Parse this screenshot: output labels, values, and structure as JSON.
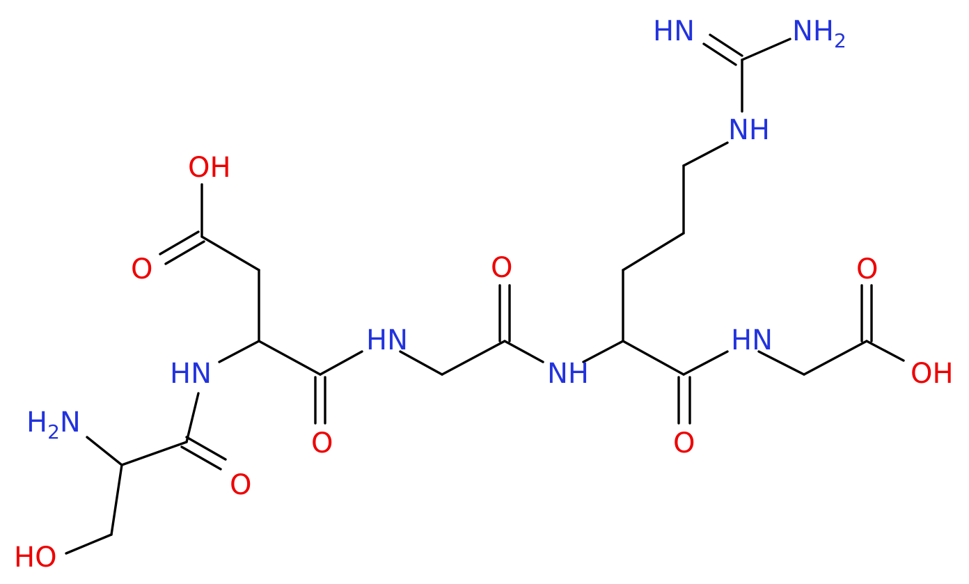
{
  "colors": {
    "bond": "#000000",
    "oxygen": "#ee0000",
    "nitrogen": "#2233dd",
    "background": "#ffffff"
  },
  "labels": {
    "hn_imine": "HN",
    "nh2_guan_main": "NH",
    "nh2_guan_sub": "2",
    "nh_guan": "NH",
    "oh_asp": "OH",
    "o_asp_acid": "O",
    "o_gly2": "O",
    "hn_asp": "HN",
    "nh_gly2": "HN",
    "nh_arg": "NH",
    "nh_gly5": "HN",
    "o_gly5_acid": "O",
    "oh_gly5": "OH",
    "h2n_ser_h": "H",
    "h2n_ser_sub": "2",
    "h2n_ser_n": "N",
    "o_ser": "O",
    "o_asp_amide": "O",
    "o_arg_amide": "O",
    "ho_ser": "HO"
  }
}
